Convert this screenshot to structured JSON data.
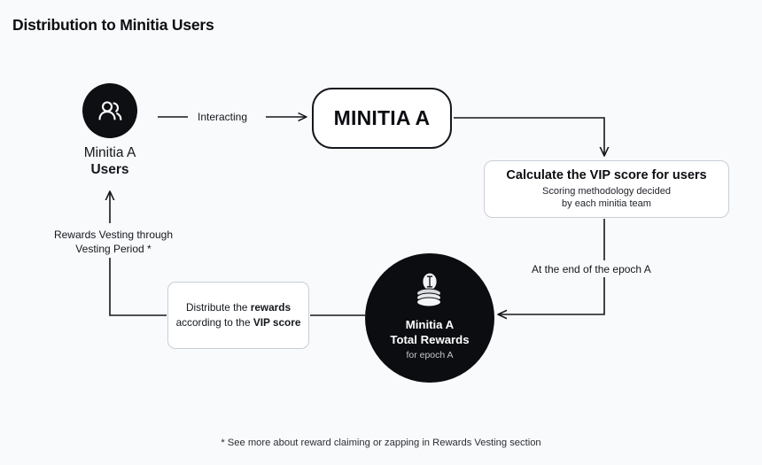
{
  "title": "Distribution to Minitia Users",
  "nodes": {
    "users": {
      "icon": "users-icon",
      "label_line1": "Minitia A",
      "label_line2": "Users"
    },
    "minitia": {
      "label": "MINITIA A"
    },
    "vip": {
      "title": "Calculate the VIP score for users",
      "sub_line1": "Scoring methodology decided",
      "sub_line2": "by each minitia team"
    },
    "distribute": {
      "line1_plain": "Distribute the ",
      "line1_bold": "rewards",
      "line2_plain": "according to the ",
      "line2_bold": "VIP score"
    },
    "rewards": {
      "icon": "coins-stack-icon",
      "title_line1": "Minitia A",
      "title_line2": "Total Rewards",
      "sub": "for epoch A"
    }
  },
  "edges": {
    "interacting": "Interacting",
    "epoch": "At the end of the epoch A",
    "vesting_line1": "Rewards Vesting through",
    "vesting_line2": "Vesting Period *"
  },
  "footnote": "* See more about reward claiming or zapping in Rewards Vesting section",
  "colors": {
    "background": "#f9fafc",
    "ink": "#14171c",
    "node_dark": "#0b0d10",
    "border_light": "#c9ced6",
    "border_dark": "#15181d"
  }
}
